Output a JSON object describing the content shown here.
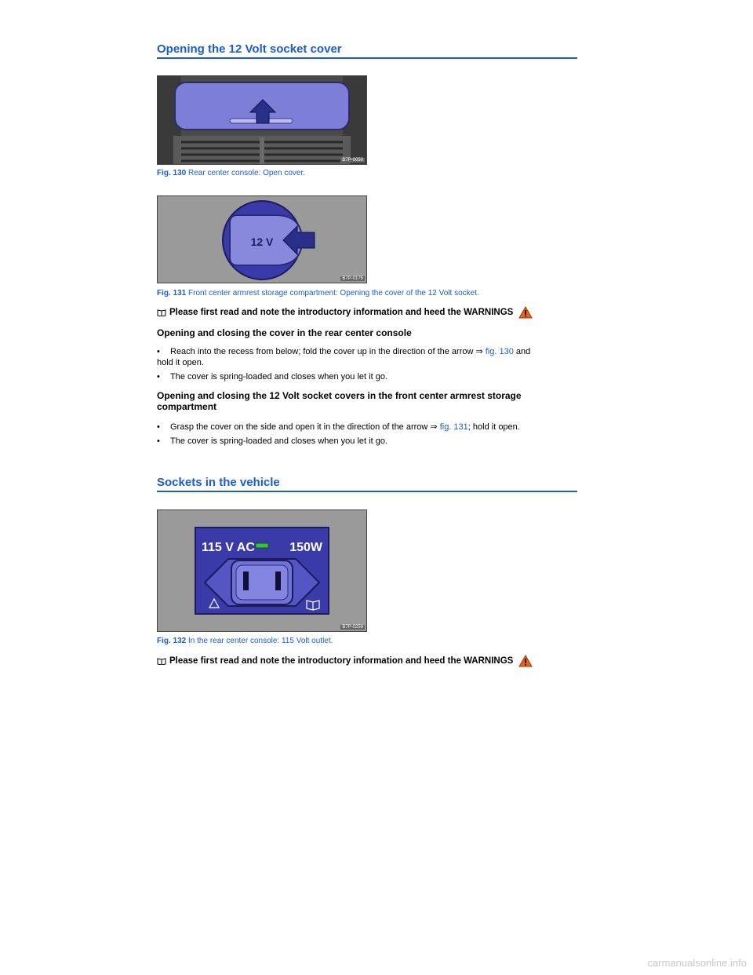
{
  "section1": {
    "title": "Opening the 12 Volt socket cover",
    "fig130": {
      "code": "B7P-0050",
      "num": "Fig. 130",
      "text": " Rear center console: Open cover."
    },
    "fig131": {
      "code": "B7P-0175",
      "label": "12 V",
      "num": "Fig. 131",
      "text": " Front center armrest storage compartment: Opening the cover of the 12 Volt socket."
    },
    "note": "Please first read and note the introductory information and heed the WARNINGS",
    "sub1": "Opening and closing the cover in the rear center console",
    "bullets1": [
      {
        "pre": "Reach into the recess from below; fold the cover up in the direction of the arrow ⇒ ",
        "link": "fig. 130",
        "post": " and"
      },
      {
        "pre": "The cover is spring-loaded and closes when you let it go.",
        "link": "",
        "post": ""
      }
    ],
    "bullet1_cont": "hold it open.",
    "sub2_line1": "Opening and closing the 12 Volt socket covers in the front center armrest storage",
    "sub2_line2": "compartment",
    "bullets2": [
      {
        "pre": "Grasp the cover on the side and open it in the direction of the arrow ⇒ ",
        "link": "fig. 131",
        "post": "; hold it open."
      },
      {
        "pre": "The cover is spring-loaded and closes when you let it go.",
        "link": "",
        "post": ""
      }
    ]
  },
  "section2": {
    "title": "Sockets in the vehicle",
    "fig132": {
      "code": "B7P-0259",
      "volt": "115 V AC",
      "watt": "150W",
      "num": "Fig. 132",
      "text": " In the rear center console: 115 Volt outlet."
    },
    "note": "Please first read and note the introductory information and heed the WARNINGS"
  },
  "bullet_char": "•",
  "icons": {
    "book": "book-icon",
    "warning": "warning-icon",
    "arrow": "arrow-icon"
  },
  "colors": {
    "accent": "#1a5bd8",
    "warning": "#e8641c"
  },
  "watermark": "carmanualsonline.info"
}
